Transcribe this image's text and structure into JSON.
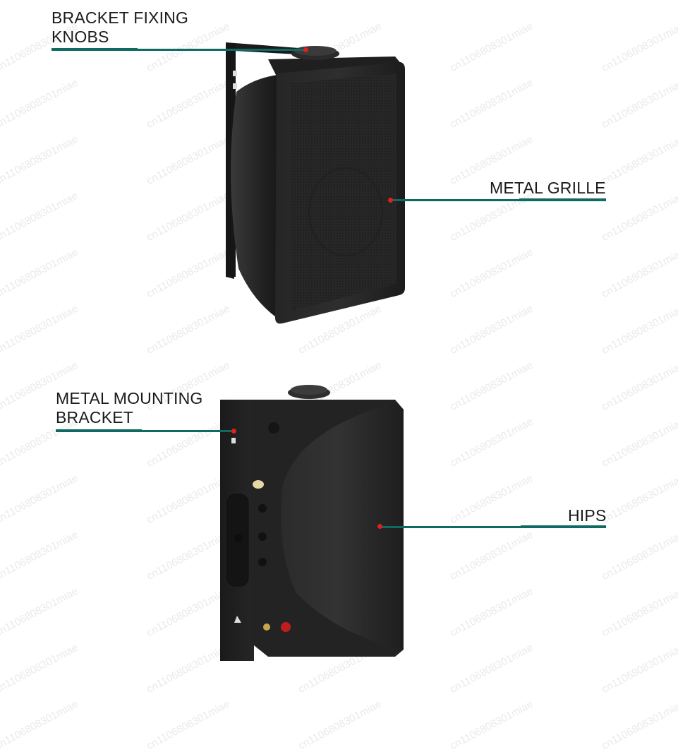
{
  "callouts": {
    "bracket_knobs": {
      "line1": "BRACKET FIXING",
      "line2": "KNOBS"
    },
    "metal_grille": {
      "text": "METAL GRILLE"
    },
    "mounting_bracket": {
      "line1": "METAL MOUNTING",
      "line2": "BRACKET"
    },
    "hips": {
      "text": "HIPS"
    }
  },
  "watermark": {
    "text": "cn1106808301miae"
  },
  "colors": {
    "accent": "#0f6b62",
    "marker": "#e0201b",
    "speaker_body": "#1e1e1e",
    "text": "#1a1a1a"
  },
  "icons": {
    "front_view": "speaker-front-photo",
    "rear_view": "speaker-rear-photo"
  }
}
